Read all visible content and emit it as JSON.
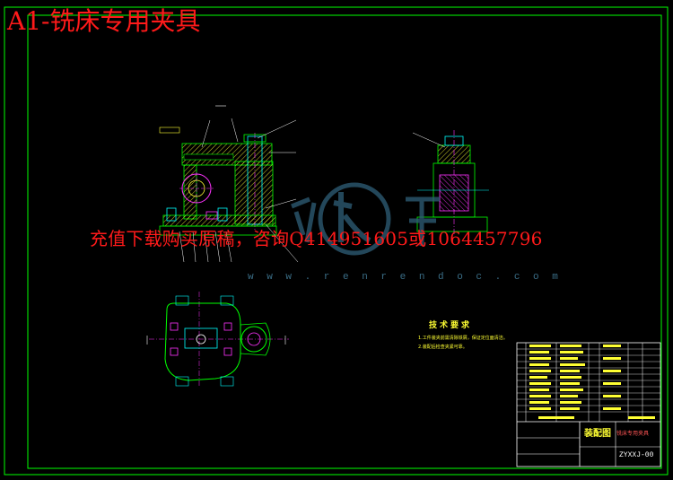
{
  "sheet": {
    "title": "A1-铣床专用夹具",
    "promo_text": "充值下载购买原稿，咨询Q414951605或1064457796",
    "watermark_url": "w w w . r e n r e n d o c . c o m"
  },
  "tech_requirements": {
    "heading": "技术要求",
    "notes": [
      "1.工件装夹前需清除铁屑，保证定位面清洁。",
      "2.装配后检查夹紧可靠。"
    ]
  },
  "title_block": {
    "drawing_name": "装配图",
    "part_name": "铣床专用夹具",
    "drawing_code": "ZYXXJ-00"
  },
  "colors": {
    "frame": "#00ff00",
    "red": "#ff1a1a",
    "yellow": "#ffff33",
    "cyan": "#00ffff",
    "magenta": "#ff33ff",
    "watermark": "#2f5f78"
  }
}
